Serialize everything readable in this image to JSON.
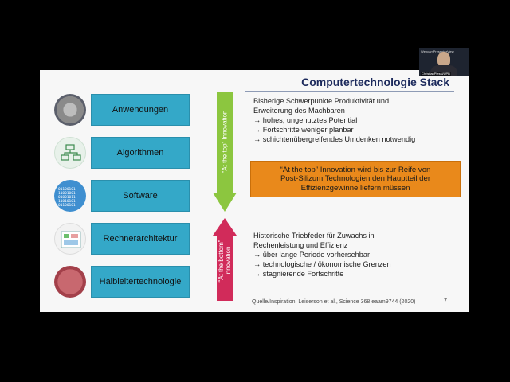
{
  "slide": {
    "title": "Computertechnologie Stack",
    "page_number": "7",
    "source": "Quelle/Inspiration: Leiserson et al., Science 368 eaam9744 (2020)",
    "stack": [
      {
        "label": "Anwendungen"
      },
      {
        "label": "Algorithmen"
      },
      {
        "label": "Software"
      },
      {
        "label": "Rechnerarchitektur"
      },
      {
        "label": "Halbleitertechnologie"
      }
    ],
    "binary_text": "01100101\n11001001\n01001011\n11010101\n01100101",
    "arrow_top_label": "“At the top” Innovation",
    "arrow_bottom_label": "“At the bottom”\nInnovation",
    "top_text": {
      "line1": "Bisherige Schwerpunkte Produktivität und",
      "line2": "Erweiterung des Machbaren",
      "line3": "→ hohes, ungenutztes Potential",
      "line4": "→ Fortschritte weniger planbar",
      "line5": "→ schichtenübergreifendes Umdenken notwendig"
    },
    "highlight": {
      "line1": "“At the top” Innovation wird bis zur Reife von",
      "line2": "Post-Silizum Technologien den Hauptteil der",
      "line3": "Effizienzgewinne liefern müssen"
    },
    "bottom_text": {
      "line1": "Historische Triebfeder für Zuwachs in",
      "line2": "Rechenleistung und Effizienz",
      "line3": "→ über lange Periode vorhersehbar",
      "line4": "→ technologische / ökonomische Grenzen",
      "line5": "→ stagnierende Fortschritte"
    }
  },
  "webcam": {
    "caption": "WebcamPresenterView",
    "name": "ChristianPlessl/UPB"
  },
  "colors": {
    "bar": "#34a8c8",
    "arrow_down": "#8cc63f",
    "arrow_up": "#d12b5a",
    "highlight": "#e9891b",
    "title": "#1c2a5c"
  }
}
